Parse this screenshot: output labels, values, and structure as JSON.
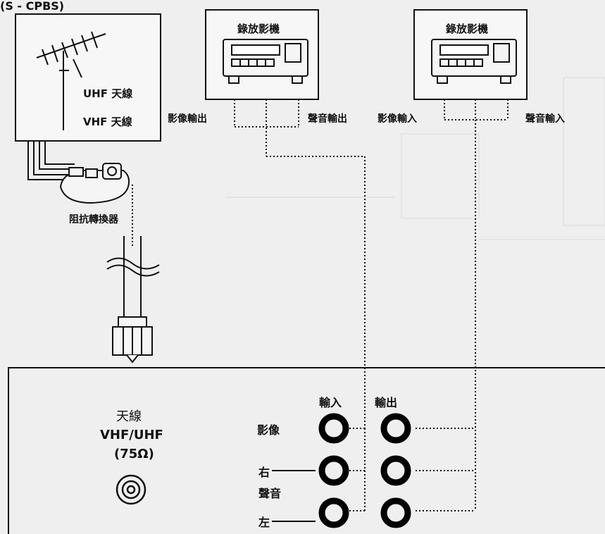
{
  "top_fragment": "(S - CPBS)",
  "antenna": {
    "uhf_label": "UHF 天線",
    "vhf_label": "VHF 天線",
    "transformer_label": "阻抗轉換器"
  },
  "vcr_out": {
    "title": "錄放影機",
    "video_label": "影像輸出",
    "audio_label": "聲音輸出"
  },
  "vcr_in": {
    "title": "錄放影機",
    "video_label": "影像輸入",
    "audio_label": "聲音輸入"
  },
  "tv_panel": {
    "antenna_label": "天線",
    "band_label": "VHF/UHF",
    "impedance_label": "(75Ω)",
    "input_header": "輸入",
    "output_header": "輸出",
    "video_row": "影像",
    "right_row": "右",
    "audio_row": "聲音",
    "left_row": "左"
  },
  "colors": {
    "background": "#efefef",
    "line": "#111111",
    "connector": "#000000"
  }
}
